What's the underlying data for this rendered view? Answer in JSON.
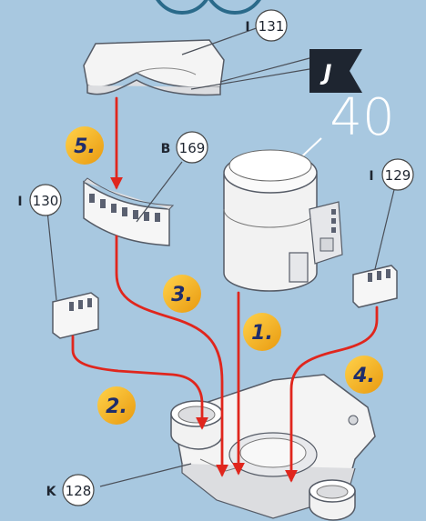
{
  "step_number": "40",
  "steps": [
    {
      "label": "1."
    },
    {
      "label": "2."
    },
    {
      "label": "3."
    },
    {
      "label": "4."
    },
    {
      "label": "5."
    }
  ],
  "parts": [
    {
      "sheet": "I",
      "number": "131"
    },
    {
      "sheet": "B",
      "number": "169"
    },
    {
      "sheet": "I",
      "number": "130"
    },
    {
      "sheet": "I",
      "number": "129"
    },
    {
      "sheet": "K",
      "number": "128"
    }
  ],
  "flag_letter": "J",
  "colors": {
    "background": "#a8c8e0",
    "arrow": "#e0261d",
    "step_badge": "#f5b21e",
    "step_text": "#1f2d6b",
    "part": "#ffffff",
    "part_outline": "#555b66"
  }
}
